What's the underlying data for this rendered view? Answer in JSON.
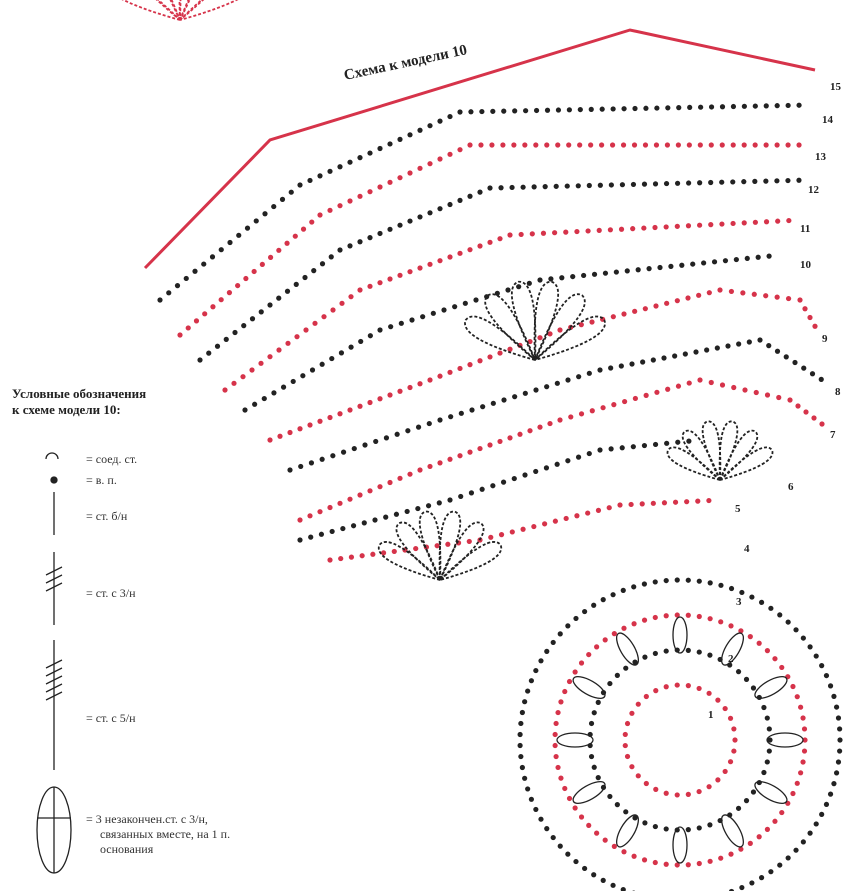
{
  "diagram": {
    "title": "Схема к модели 10",
    "row_labels": [
      "1",
      "2",
      "3",
      "4",
      "5",
      "6",
      "7",
      "8",
      "9",
      "10",
      "11",
      "12",
      "13",
      "14",
      "15"
    ],
    "colors": {
      "red": "#d6334a",
      "black": "#222222"
    }
  },
  "legend": {
    "title_line1": "Условные обозначения",
    "title_line2": "к схеме модели 10:",
    "items": [
      {
        "symbol": "slip-stitch",
        "text": "= соед. ст."
      },
      {
        "symbol": "chain-dot",
        "text": "= в. п."
      },
      {
        "symbol": "single-crochet",
        "text": "= ст. б/н"
      },
      {
        "symbol": "treble-3",
        "text": "= ст. с 3/н"
      },
      {
        "symbol": "treble-5",
        "text": "= ст. с 5/н"
      },
      {
        "symbol": "cluster",
        "text_line1": "= 3 незакончен.ст. с 3/н,",
        "text_line2": "связанных вместе, на 1 п.",
        "text_line3": "основания"
      }
    ]
  }
}
